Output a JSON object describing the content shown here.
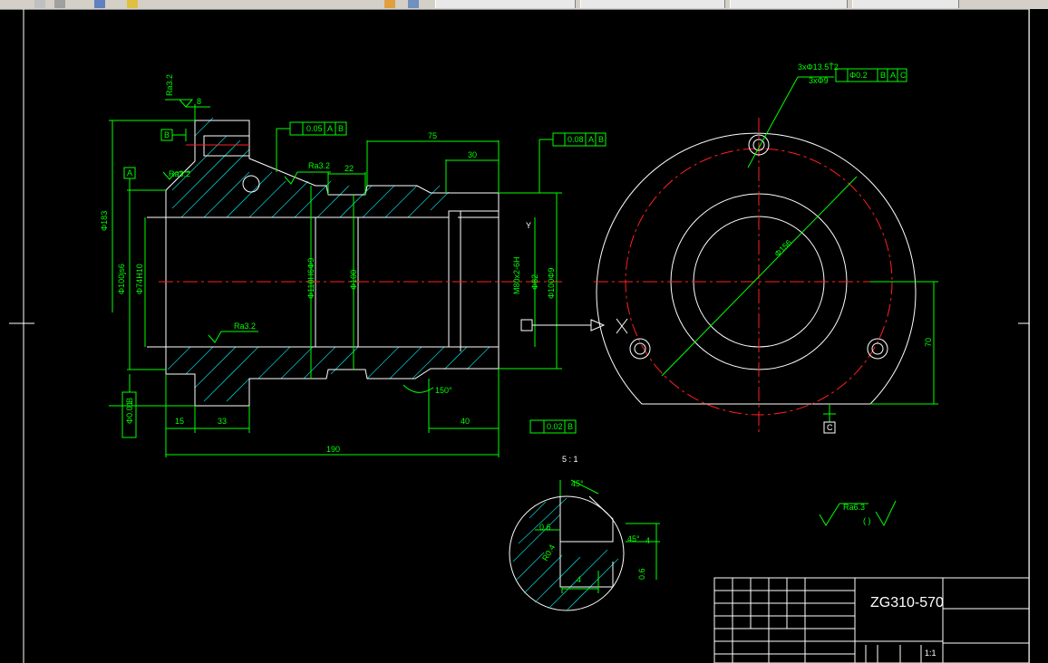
{
  "toolbar": {
    "tabs": [
      "",
      "",
      "",
      "",
      ""
    ]
  },
  "drawing": {
    "dims": {
      "d183": "Φ183",
      "d100js6": "Φ100js6",
      "d74h10": "Φ74H10",
      "d110h6": "Φ110H6Φ9",
      "d100": "Φ100",
      "d82": "Φ82",
      "m80": "M80x2-6H",
      "d100g": "Φ100Φ9",
      "len75": "75",
      "len30": "30",
      "len22": "22",
      "len8": "8",
      "len15": "15",
      "len33": "33",
      "len40": "40",
      "len190": "190",
      "ang150": "150°",
      "d156": "Φ156",
      "len70": "70"
    },
    "roughness": {
      "ra32a": "Ra3.2",
      "ra32b": "Ra3.2",
      "ra32c": "Ra3.2",
      "ra32top": "Ra3.2",
      "ra63": "Ra6.3",
      "general": "(   )"
    },
    "tolerances": {
      "t1a": "0.05",
      "t1b": "A",
      "t1c": "B",
      "t2a": "0.08",
      "t2b": "A",
      "t2c": "B",
      "t3a": "0.02",
      "t3b": "B",
      "t4a": "Φ0.01",
      "t4b": "B",
      "holeA": "Φ0.2",
      "holeB": "B",
      "holeC": "A",
      "holeD": "C"
    },
    "holes": {
      "line1": "3xΦ13.5Ť2",
      "line2": "3xΦ9"
    },
    "datums": {
      "A": "A",
      "B": "B",
      "C": "C",
      "Y": "Y"
    },
    "detail": {
      "scale": "5 : 1",
      "a45a": "45°",
      "a45b": "45°",
      "d06a": "0.6",
      "d06b": "0.6",
      "d4a": "4",
      "d4b": "4",
      "r04": "R0.4"
    },
    "title_block": {
      "material": "ZG310-570",
      "name": "",
      "scale": "1:1"
    }
  }
}
